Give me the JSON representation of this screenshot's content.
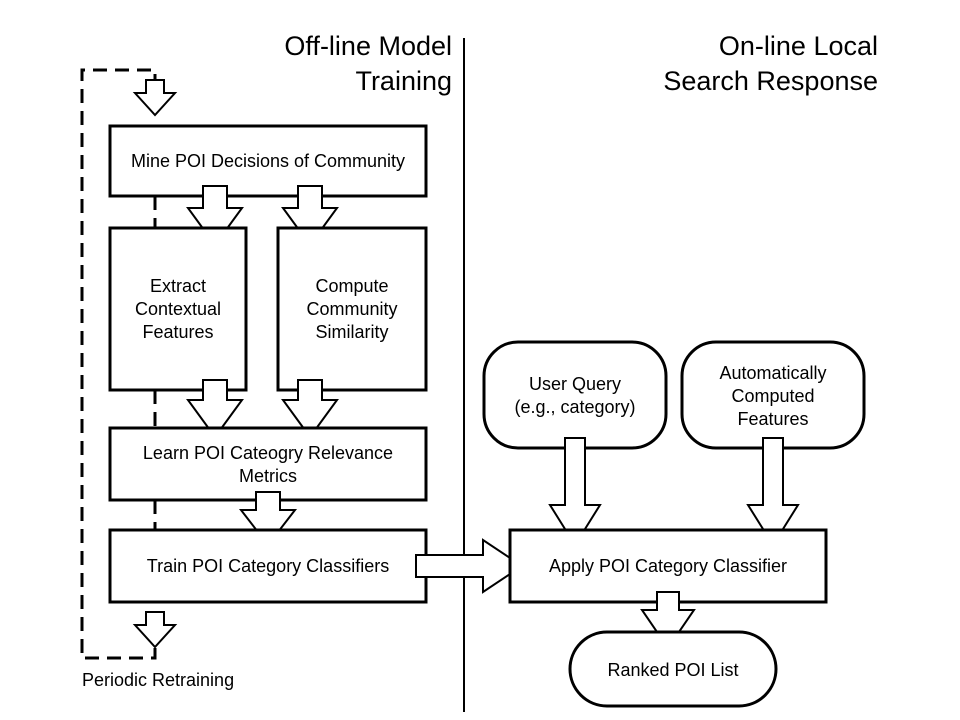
{
  "headers": {
    "offline_line1": "Off-line Model",
    "offline_line2": "Training",
    "online_line1": "On-line Local",
    "online_line2": "Search Response"
  },
  "offline": {
    "mine": "Mine POI Decisions of Community",
    "extract": [
      "Extract",
      "Contextual",
      "Features"
    ],
    "compute": [
      "Compute",
      "Community",
      "Similarity"
    ],
    "learn": [
      "Learn POI Cateogry Relevance",
      "Metrics"
    ],
    "train": "Train POI Category Classifiers",
    "retraining_label": "Periodic Retraining"
  },
  "online": {
    "user_query": [
      "User Query",
      "(e.g., category)"
    ],
    "auto_features": [
      "Automatically",
      "Computed",
      "Features"
    ],
    "apply": "Apply POI Category Classifier",
    "ranked": "Ranked POI List"
  }
}
